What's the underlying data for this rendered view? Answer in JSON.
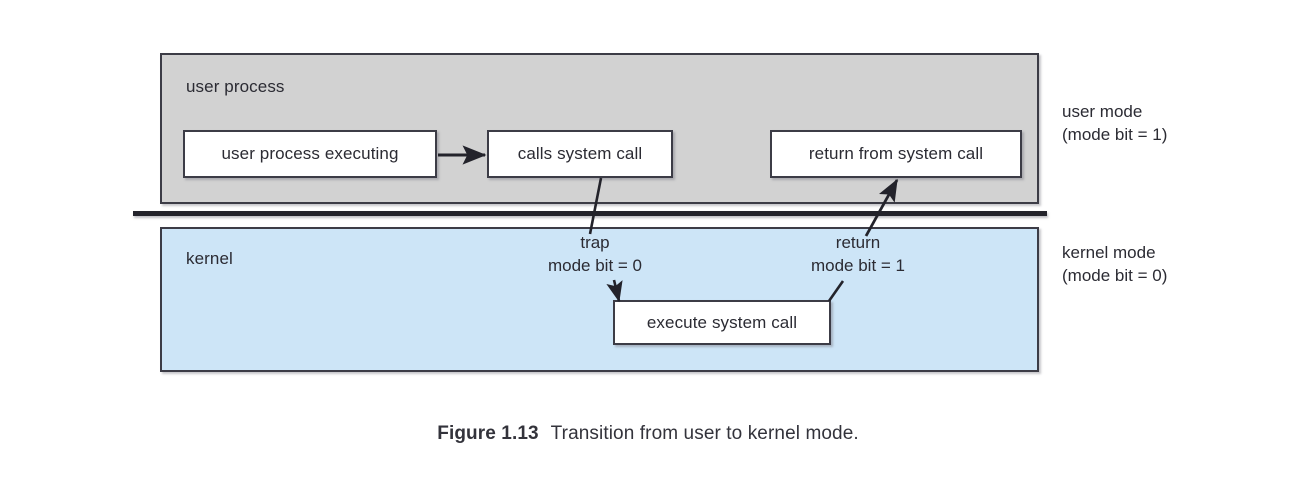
{
  "figure": {
    "caption_number": "Figure 1.13",
    "caption_text": "Transition from user to kernel mode."
  },
  "regions": {
    "user": {
      "label": "user process",
      "fill_color": "#d2d2d2",
      "border_color": "#3c3c46",
      "mode_caption": {
        "line1": "user mode",
        "line2": "(mode bit = 1)"
      }
    },
    "kernel": {
      "label": "kernel",
      "fill_color": "#cde5f7",
      "border_color": "#3c3c46",
      "mode_caption": {
        "line1": "kernel mode",
        "line2": "(mode bit = 0)"
      }
    }
  },
  "nodes": {
    "user_process_executing": "user process executing",
    "calls_system_call": "calls system call",
    "return_from_system_call": "return from system call",
    "execute_system_call": "execute system call"
  },
  "annotations": {
    "trap": {
      "title": "trap",
      "subtitle": "mode bit = 0"
    },
    "return": {
      "title": "return",
      "subtitle": "mode bit = 1"
    }
  },
  "chart_data": {
    "type": "diagram",
    "title": "Transition from user to kernel mode",
    "lanes": [
      {
        "id": "user",
        "label": "user process",
        "mode": "user mode",
        "mode_bit": 1
      },
      {
        "id": "kernel",
        "label": "kernel",
        "mode": "kernel mode",
        "mode_bit": 0
      }
    ],
    "nodes": [
      {
        "id": "user_process_executing",
        "label": "user process executing",
        "lane": "user"
      },
      {
        "id": "calls_system_call",
        "label": "calls system call",
        "lane": "user"
      },
      {
        "id": "return_from_system_call",
        "label": "return from system call",
        "lane": "user"
      },
      {
        "id": "execute_system_call",
        "label": "execute system call",
        "lane": "kernel"
      }
    ],
    "edges": [
      {
        "from": "user_process_executing",
        "to": "calls_system_call",
        "label": "",
        "arrow": true
      },
      {
        "from": "calls_system_call",
        "to": "execute_system_call",
        "label": "trap / mode bit = 0",
        "arrow": true
      },
      {
        "from": "execute_system_call",
        "to": "return_from_system_call",
        "label": "return / mode bit = 1",
        "arrow": true
      }
    ]
  }
}
